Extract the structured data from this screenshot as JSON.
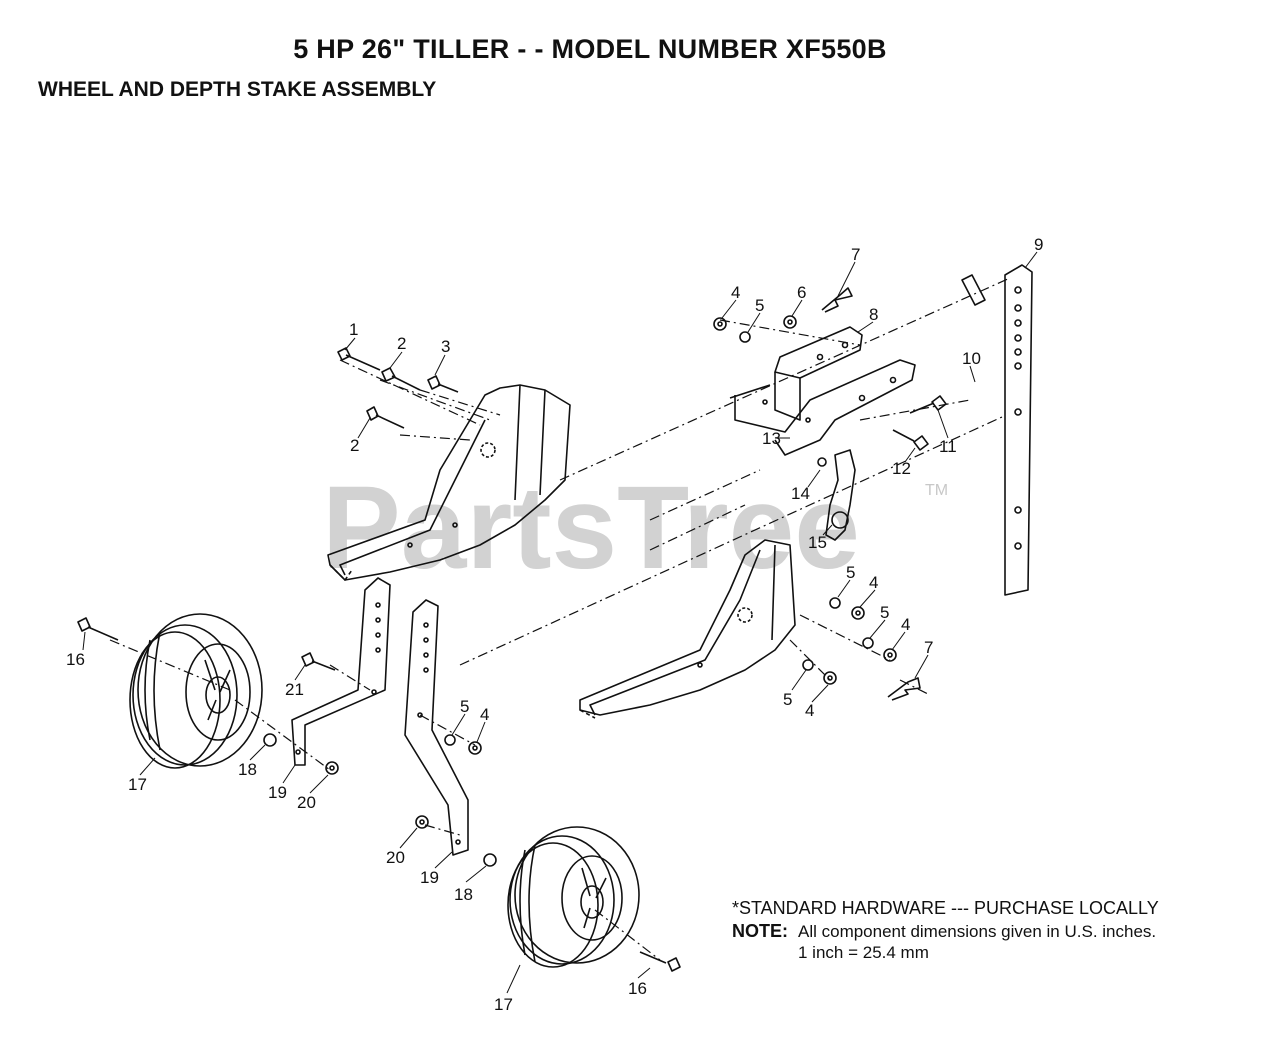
{
  "header": {
    "title": "5 HP  26\" TILLER - - MODEL NUMBER XF550B",
    "subtitle": "WHEEL AND DEPTH STAKE ASSEMBLY"
  },
  "watermark": {
    "text": "PartsTree",
    "tm": "TM"
  },
  "callouts": {
    "c1": "1",
    "c2": "2",
    "c3": "3",
    "c4": "4",
    "c5": "5",
    "c6": "6",
    "c7": "7",
    "c8": "8",
    "c9": "9",
    "c10": "10",
    "c11": "11",
    "c12": "12",
    "c13": "13",
    "c14": "14",
    "c15": "15",
    "c16": "16",
    "c17": "17",
    "c18": "18",
    "c19": "19",
    "c20": "20",
    "c21": "21"
  },
  "notes": {
    "standard_hardware": "*STANDARD HARDWARE --- PURCHASE LOCALLY",
    "note_label": "NOTE:",
    "note_line1": "All component dimensions given in U.S. inches.",
    "note_line2": "1 inch = 25.4 mm"
  }
}
